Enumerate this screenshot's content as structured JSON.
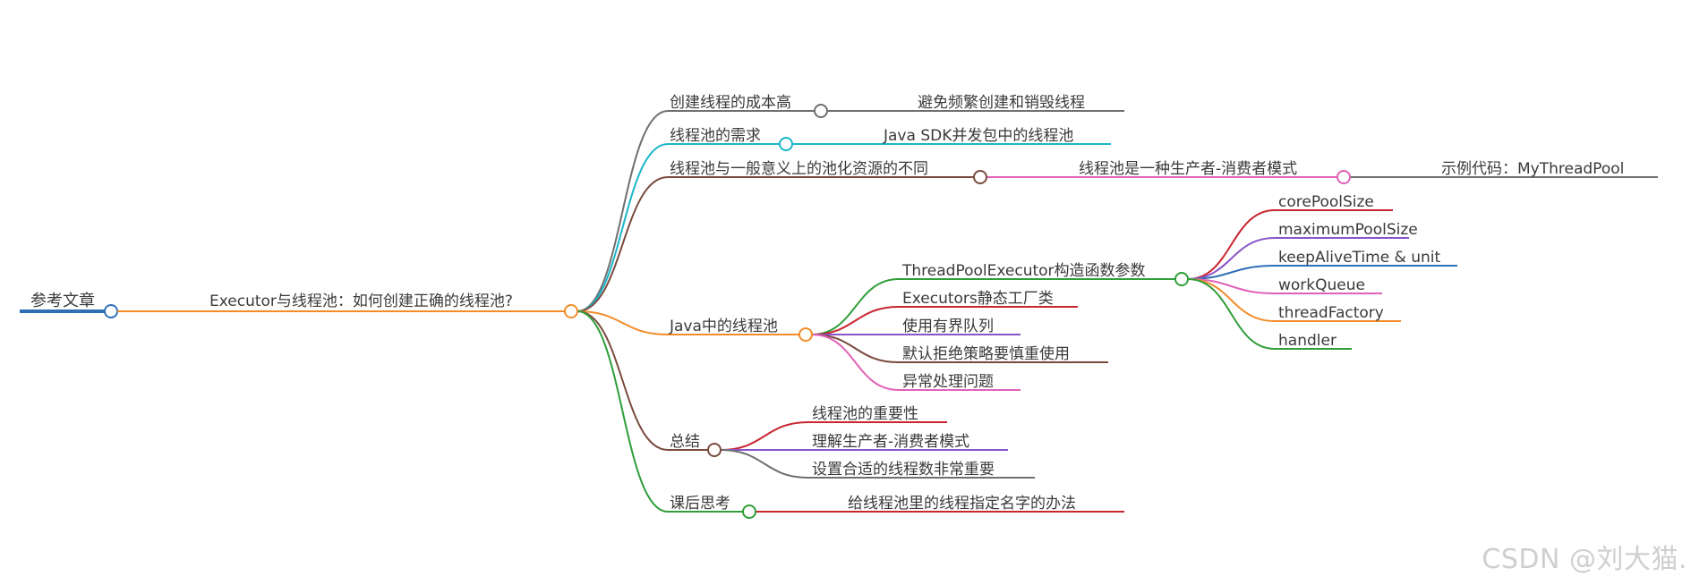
{
  "mindmap": {
    "root": {
      "label": "参考文章"
    },
    "main": {
      "label": "Executor与线程池：如何创建正确的线程池?"
    },
    "branches": [
      {
        "label": "创建线程的成本高",
        "color": "#6f6f6f",
        "children": [
          {
            "label": "避免频繁创建和销毁线程"
          }
        ]
      },
      {
        "label": "线程池的需求",
        "color": "#1bb6c8",
        "children": [
          {
            "label": "Java SDK并发包中的线程池"
          }
        ]
      },
      {
        "label": "线程池与一般意义上的池化资源的不同",
        "color": "#7a4a3e",
        "children": [
          {
            "label": "线程池是一种生产者-消费者模式",
            "color": "#e062b8",
            "children": [
              {
                "label": "示例代码：MyThreadPool"
              }
            ]
          }
        ]
      },
      {
        "label": "Java中的线程池",
        "color": "#f28c28",
        "children": [
          {
            "label": "ThreadPoolExecutor构造函数参数",
            "color": "#2e9e3a",
            "children": [
              {
                "label": "corePoolSize",
                "color": "#c9252f"
              },
              {
                "label": "maximumPoolSize",
                "color": "#8a55c8"
              },
              {
                "label": "keepAliveTime & unit",
                "color": "#2f6fb8"
              },
              {
                "label": "workQueue",
                "color": "#e062b8"
              },
              {
                "label": "threadFactory",
                "color": "#f28c28"
              },
              {
                "label": "handler",
                "color": "#2e9e3a"
              }
            ]
          },
          {
            "label": "Executors静态工厂类",
            "color": "#c9252f"
          },
          {
            "label": "使用有界队列",
            "color": "#8a55c8"
          },
          {
            "label": "默认拒绝策略要慎重使用",
            "color": "#7a4a3e"
          },
          {
            "label": "异常处理问题",
            "color": "#e062b8"
          }
        ]
      },
      {
        "label": "总结",
        "color": "#7a4a3e",
        "children": [
          {
            "label": "线程池的重要性",
            "color": "#c9252f"
          },
          {
            "label": "理解生产者-消费者模式",
            "color": "#8a55c8"
          },
          {
            "label": "设置合适的线程数非常重要",
            "color": "#6f6f6f"
          }
        ]
      },
      {
        "label": "课后思考",
        "color": "#2e9e3a",
        "children": [
          {
            "label": "给线程池里的线程指定名字的办法",
            "color": "#c9252f"
          }
        ]
      }
    ]
  },
  "colors": {
    "root_line": "#2f6fb8",
    "main_line": "#f28c28",
    "text": "#3a3a3a",
    "node_fill": "#ffffff"
  },
  "watermark": {
    "text": "CSDN @刘大猫."
  }
}
